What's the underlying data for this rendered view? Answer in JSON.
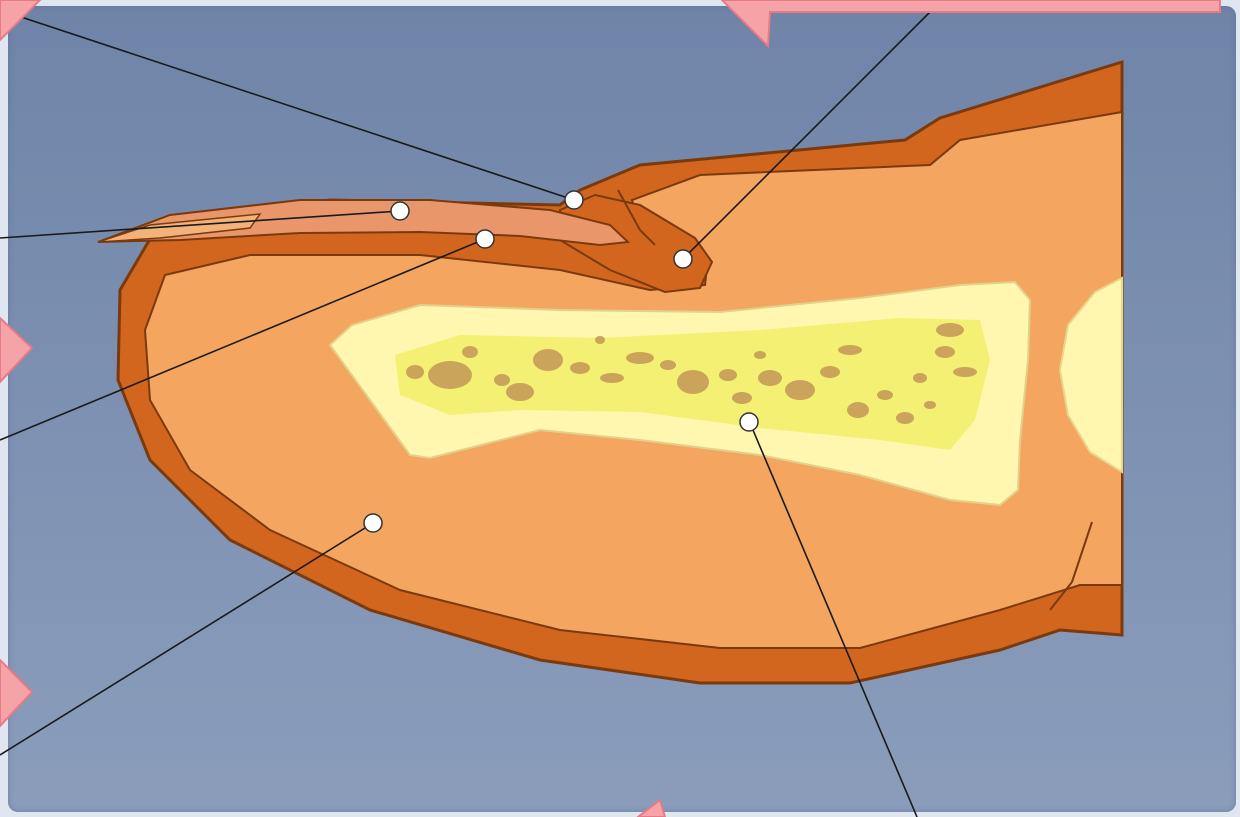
{
  "diagram": {
    "colors": {
      "background_top": "#6f84a8",
      "background_bottom": "#8b9dbb",
      "skin_outer": "#d2661e",
      "skin_inner": "#f4a55f",
      "outline": "#7a3a0e",
      "nail_plate": "#e9966a",
      "nail_tip": "#f3b27a",
      "bone_outer": "#fff6b0",
      "bone_marrow": "#f2ee6a",
      "marrow_spots": "#c9a45a",
      "callout_box": "#f6a3a8",
      "callout_border": "#e77a86",
      "leader_line": "#1a1a1a",
      "marker_fill": "#ffffff"
    },
    "markers": [
      "nail-plate-marker",
      "nail-fold-marker",
      "nail-bed-marker",
      "nail-root-marker",
      "soft-tissue-marker",
      "bone-marker"
    ],
    "callouts": [
      "callout-top-left",
      "callout-top-right",
      "callout-left-middle",
      "callout-left-bottom",
      "callout-bottom-center"
    ]
  }
}
